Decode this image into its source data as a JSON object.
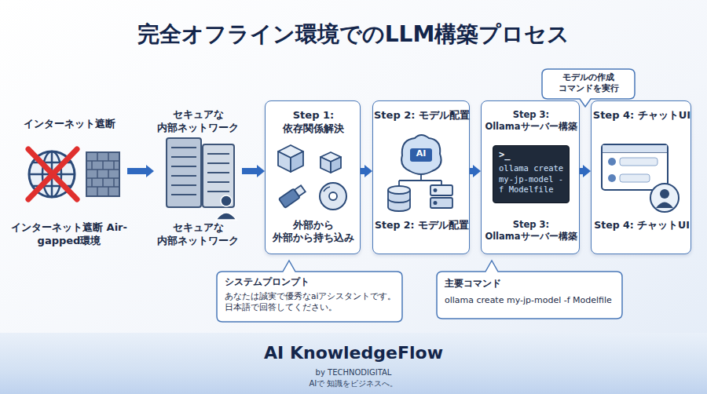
{
  "diagram": {
    "title": "完全オフライン環境でのLLM構築プロセス",
    "nodes": [
      {
        "text": [
          "インターネット遮断",
          "インターネット遮断 Air-gapped環境"
        ]
      },
      {
        "text": [
          "セキュアな 内部ネットワーク",
          "セキュアな 内部ネットワーク"
        ]
      },
      {
        "text": [
          "Step 1: 依存関係解決",
          "外部から 外部から持ち込み"
        ]
      },
      {
        "text": [
          "Step 2: モデル配置",
          "Step 2: モデル配置"
        ]
      },
      {
        "text": [
          "Step 3: Ollamaサーバー構築",
          "Step 3: Ollamaサーバー構築"
        ]
      },
      {
        "text": [
          ">_",
          "ollama create my-jp-model -f Modelfile"
        ],
        "in": 4
      },
      {
        "text": [
          "Step 4: チャットUI",
          "Step 4: チャットUI"
        ]
      },
      {
        "text": [
          "モデルの作成 コマンドを実行"
        ]
      },
      {
        "text": [
          "システムプロンプト",
          "あなたは誠実で優秀なaiアシスタントです。日本語で回答してください。"
        ]
      },
      {
        "text": [
          "主要コマンド",
          "ollama create my-jp-model -f Modelfile"
        ]
      },
      {
        "text": [
          "AI KnowledgeFlow",
          "by TECHNODIGITAL",
          "AIで 知識をビジネスへ。"
        ]
      }
    ],
    "edges": [
      {
        "from": 0,
        "to": 1,
        "arrow": "to"
      },
      {
        "from": 1,
        "to": 2,
        "arrow": "to"
      },
      {
        "from": 2,
        "to": 3,
        "arrow": "to"
      },
      {
        "from": 3,
        "to": 4,
        "arrow": "to"
      },
      {
        "from": 4,
        "to": 6,
        "arrow": "to"
      }
    ],
    "labels": [
      "AI"
    ]
  }
}
